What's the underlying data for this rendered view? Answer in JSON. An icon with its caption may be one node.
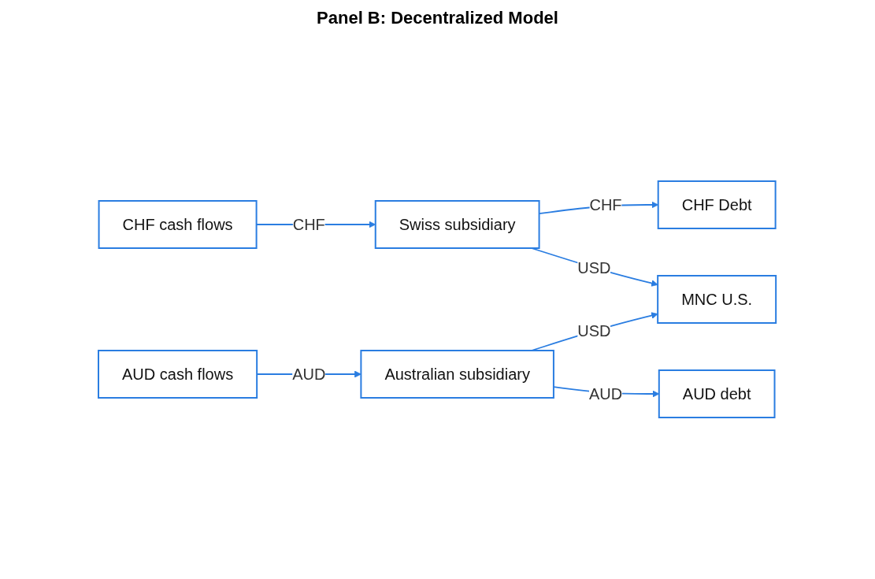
{
  "diagram": {
    "title": "Panel B: Decentralized Model",
    "nodes": [
      {
        "text": [
          "CHF cash flows"
        ]
      },
      {
        "text": [
          "Swiss subsidiary"
        ]
      },
      {
        "text": [
          "CHF Debt"
        ]
      },
      {
        "text": [
          "MNC U.S."
        ]
      },
      {
        "text": [
          "AUD cash flows"
        ]
      },
      {
        "text": [
          "Australian subsidiary"
        ]
      },
      {
        "text": [
          "AUD debt"
        ]
      }
    ],
    "edges": [
      {
        "from": 0,
        "to": 1,
        "label": "CHF",
        "arrow": "to"
      },
      {
        "from": 1,
        "to": 2,
        "label": "CHF",
        "arrow": "to"
      },
      {
        "from": 1,
        "to": 3,
        "label": "USD",
        "arrow": "to"
      },
      {
        "from": 5,
        "to": 3,
        "label": "USD",
        "arrow": "to"
      },
      {
        "from": 4,
        "to": 5,
        "label": "AUD",
        "arrow": "to"
      },
      {
        "from": 5,
        "to": 6,
        "label": "AUD",
        "arrow": "to"
      }
    ]
  }
}
